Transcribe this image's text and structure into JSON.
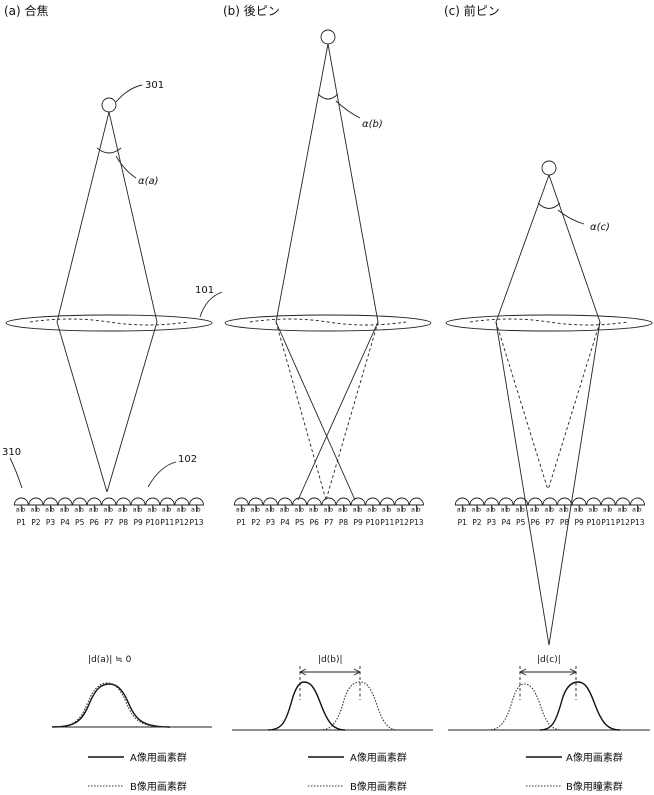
{
  "panels": [
    {
      "id": "a",
      "title": "(a) 合焦",
      "alpha_label": "α(a)",
      "source_label": "301",
      "lens_label": "101",
      "sensor_label": "102",
      "micro_label": "310",
      "d_label": "|d(a)| ≒ 0"
    },
    {
      "id": "b",
      "title": "(b) 後ピン",
      "alpha_label": "α(b)",
      "d_label": "|d(b)|"
    },
    {
      "id": "c",
      "title": "(c) 前ピン",
      "alpha_label": "α(c)",
      "d_label": "|d(c)|"
    }
  ],
  "pixel_labels": [
    "P1",
    "P2",
    "P3",
    "P4",
    "P5",
    "P6",
    "P7",
    "P8",
    "P9",
    "P10",
    "P11",
    "P12",
    "P13"
  ],
  "subpixel_labels": [
    "a",
    "b"
  ],
  "legend": {
    "a_label": "A像用画素群",
    "b_label": "B像用画素群",
    "b_label_c": "B像用瞳素群"
  }
}
